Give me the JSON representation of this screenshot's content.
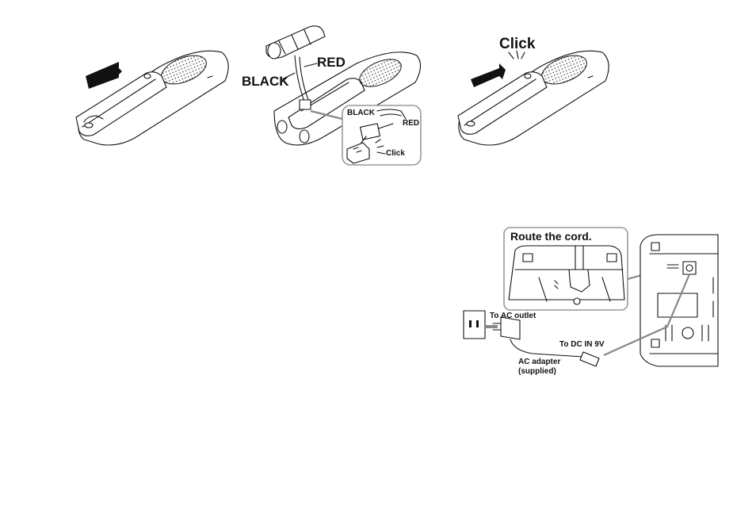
{
  "labels": {
    "black_1": "BLACK",
    "red_1": "RED",
    "black_2": "BLACK",
    "red_2": "RED",
    "click_small": "Click",
    "click_large": "Click",
    "route_cord": "Route the cord.",
    "to_ac_outlet": "To AC outlet",
    "to_dc_in": "To DC IN 9V",
    "ac_adapter_line1": "AC adapter",
    "ac_adapter_line2": "(supplied)"
  },
  "colors": {
    "line": "#111111",
    "cord_gray": "#888888",
    "background": "#ffffff"
  }
}
